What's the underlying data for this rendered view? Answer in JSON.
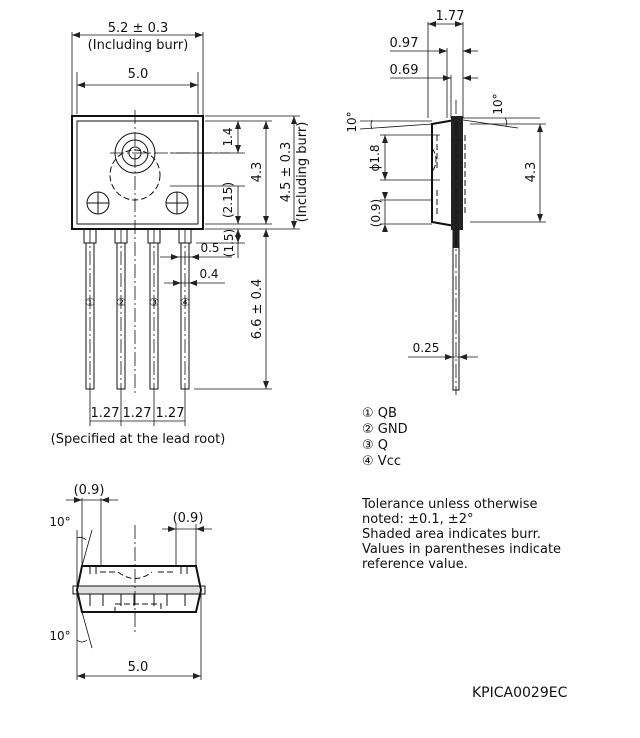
{
  "front_view": {
    "width_burr_value": "5.2 ± 0.3",
    "width_burr_note": "(Including burr)",
    "width": "5.0",
    "dim_1_4": "1.4",
    "dim_2_15": "(2.15)",
    "dim_4_3": "4.3",
    "height_burr": "4.5 ± 0.3",
    "height_burr_note": "(Including burr)",
    "dim_1_5": "(1.5)",
    "lead_width_0_5": "0.5",
    "lead_width_0_4": "0.4",
    "lead_length": "6.6 ± 0.4",
    "pitch_1": "1.27",
    "pitch_2": "1.27",
    "pitch_3": "1.27",
    "pitch_note": "(Specified at the lead root)",
    "pin_marks": [
      "①",
      "②",
      "③",
      "④"
    ]
  },
  "side_view": {
    "dim_1_77": "1.77",
    "dim_0_97": "0.97",
    "dim_0_69": "0.69",
    "angle_left": "10°",
    "angle_right": "10°",
    "dia": "ϕ1.8",
    "dim_0_9": "(0.9)",
    "dim_4_3": "4.3",
    "lead_thickness": "0.25"
  },
  "bottom_view": {
    "dim_0_9_left": "(0.9)",
    "dim_0_9_right": "(0.9)",
    "angle_top": "10°",
    "angle_bottom": "10°",
    "width": "5.0"
  },
  "pin_legend": [
    {
      "mark": "①",
      "name": "QB"
    },
    {
      "mark": "②",
      "name": "GND"
    },
    {
      "mark": "③",
      "name": "Q"
    },
    {
      "mark": "④",
      "name": "Vcc"
    }
  ],
  "notes": [
    "Tolerance unless otherwise",
    "noted: ±0.1, ±2°",
    "Shaded area indicates burr.",
    "Values in parentheses indicate",
    "reference value."
  ],
  "drawing_code": "KPICA0029EC"
}
